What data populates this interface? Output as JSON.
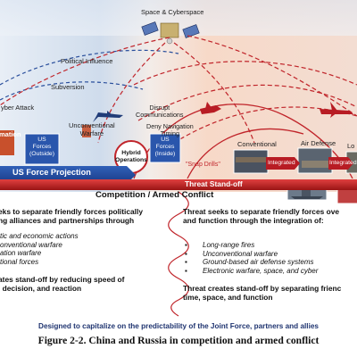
{
  "diagram": {
    "top_label": "Space & Cyberspace",
    "arc_labels": {
      "political_influence": "Political Influence",
      "subversion": "Subversion",
      "cyber_attack": "yber Attack",
      "disrupt_communications": "Disrupt\nCommunications",
      "deny_navigation": "Deny Navigation\nTiming"
    },
    "left_boxes": {
      "mation": "mation",
      "us_forces_outside": "US\nForces\n(Outside)",
      "unconventional_warfare": "Unconventional\nWarfare",
      "us_forces_inside": "US\nForces\n(Inside)",
      "hybrid_operations": "Hybrid\nOperations",
      "snap_drills": "\"Snap Drills\""
    },
    "right_boxes": {
      "conventional": "Conventional",
      "air_defense": "Air Defense",
      "lo": "Lo",
      "integrated_1": "Integrated",
      "integrated_2": "Integrated"
    },
    "bars": {
      "us_force_projection": "US Force Projection",
      "threat_standoff": "Threat Stand-off",
      "competition_armed_conflict": "Competition / Armed Conflict"
    }
  },
  "left_column": {
    "heading": "eks to separate friendly forces politically\nng alliances and partnerships through",
    "items": [
      "tic and economic actions",
      "onventional warfare",
      "ation warfare",
      "tional forces"
    ],
    "footer": "ates stand-off by reducing speed of\n, decision, and reaction"
  },
  "right_column": {
    "heading": "Threat seeks to separate friendly forces ove\nand function through the integration of:",
    "items": [
      "Long-range fires",
      "Unconventional warfare",
      "Ground-based air defense systems",
      "Electronic warfare, space, and cyber"
    ],
    "footer": "Threat creates stand-off by separating frienc\ntime, space, and function"
  },
  "designed_text": "Designed to capitalize on the predictability of the Joint Force, partners and allies",
  "caption": "Figure 2-2.  China and Russia in competition and armed conflict"
}
